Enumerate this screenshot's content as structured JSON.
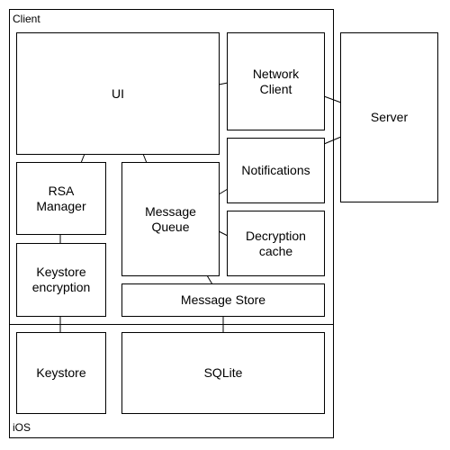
{
  "client_group": {
    "label": "Client"
  },
  "ios_group": {
    "label": "iOS"
  },
  "nodes": {
    "ui": "UI",
    "network_client": "Network\nClient",
    "server": "Server",
    "notifications": "Notifications",
    "rsa_manager": "RSA\nManager",
    "message_queue": "Message\nQueue",
    "decryption_cache": "Decryption\ncache",
    "keystore_encryption": "Keystore\nencryption",
    "message_store": "Message Store",
    "keystore": "Keystore",
    "sqlite": "SQLite"
  }
}
